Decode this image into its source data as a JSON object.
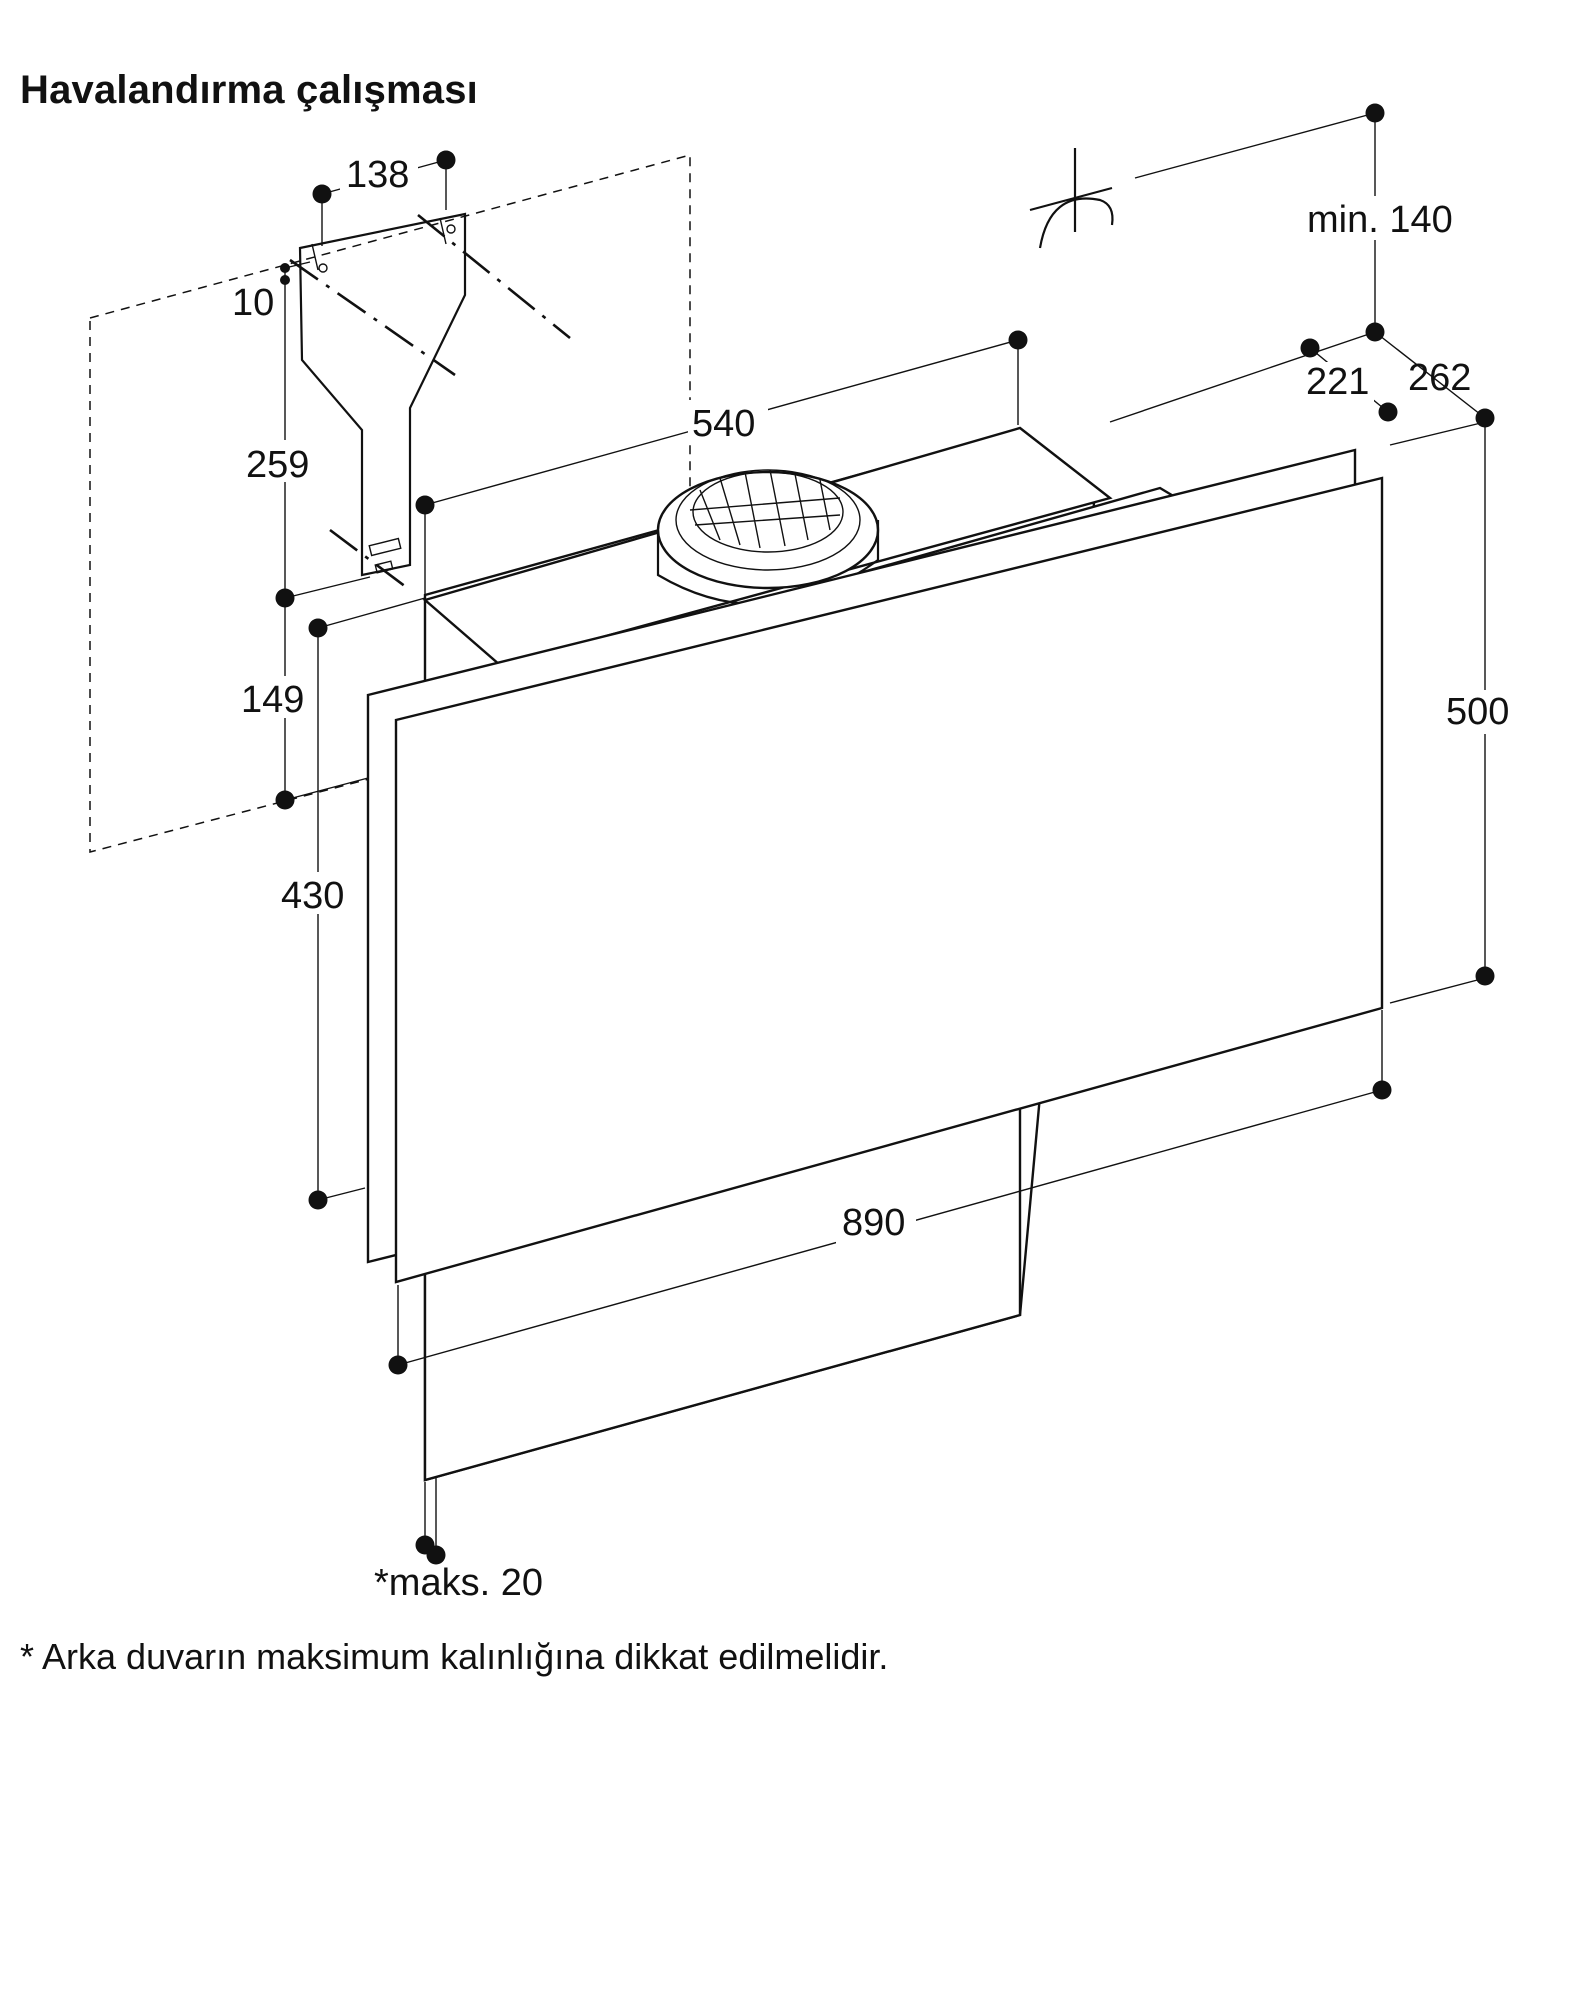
{
  "title": "Havalandırma çalışması",
  "dimensions": {
    "d138": "138",
    "d10": "10",
    "d259": "259",
    "d149": "149",
    "d430": "430",
    "d540": "540",
    "dmin140": "min. 140",
    "d221": "221",
    "d262": "262",
    "d500": "500",
    "d890": "890",
    "dmaks20": "*maks. 20"
  },
  "footnote": "* Arka duvarın maksimum kalınlığına dikkat edilmelidir."
}
